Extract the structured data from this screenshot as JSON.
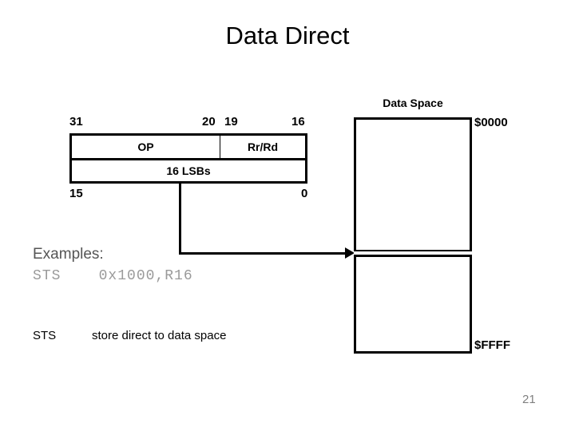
{
  "slide": {
    "title": "Data Direct",
    "page_number": "21"
  },
  "instruction_word": {
    "bit_labels": {
      "msb": "31",
      "op_end": "20",
      "reg_start": "19",
      "reg_end": "16",
      "low_msb": "15",
      "low_lsb": "0"
    },
    "fields": {
      "op": "OP",
      "register": "Rr/Rd",
      "low_word": "16 LSBs"
    }
  },
  "data_space": {
    "label": "Data Space",
    "address_top": "$0000",
    "address_bottom": "$FFFF"
  },
  "examples": {
    "heading": "Examples:",
    "code": "STS    0x1000,R16"
  },
  "legend": {
    "mnemonic": "STS",
    "description": "store direct to data space"
  },
  "colors": {
    "ink": "#000000",
    "dim_text": "#9a9a9a",
    "page_number": "#808080"
  }
}
